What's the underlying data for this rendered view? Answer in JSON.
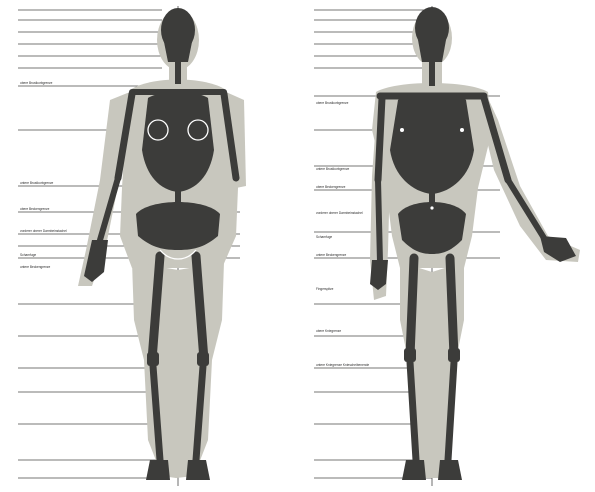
{
  "colors": {
    "background": "#ffffff",
    "body_silhouette": "#c8c7be",
    "skeleton": "#3c3c3a",
    "guide_lines": "#4a4a48"
  },
  "panels": [
    {
      "figure": "female",
      "labels": {
        "upper_chest": "obere Brustkorbgrenze",
        "lower_chest": "untere Brustkorbgrenze",
        "upper_pelvis": "obere Beckengrenze",
        "spine_label": "vorderer oberer Darmbeinstachel",
        "hip_joint": "Schamfuge",
        "lower_pelvis": "untere Beckengrenze"
      }
    },
    {
      "figure": "male",
      "labels": {
        "upper_chest": "obere Brustkorbgrenze",
        "lower_chest": "untere Brustkorbgrenze",
        "upper_pelvis": "obere Beckengrenze",
        "spine_label": "vorderer oberer Darmbeinstachel",
        "hip_joint": "Schamfuge",
        "lower_pelvis": "untere Beckengrenze",
        "fingertip": "Fingerspitze",
        "knee_upper": "obere Kniegrenze",
        "knee_lower": "untere Kniegrenze Kniescheibenende"
      }
    }
  ]
}
